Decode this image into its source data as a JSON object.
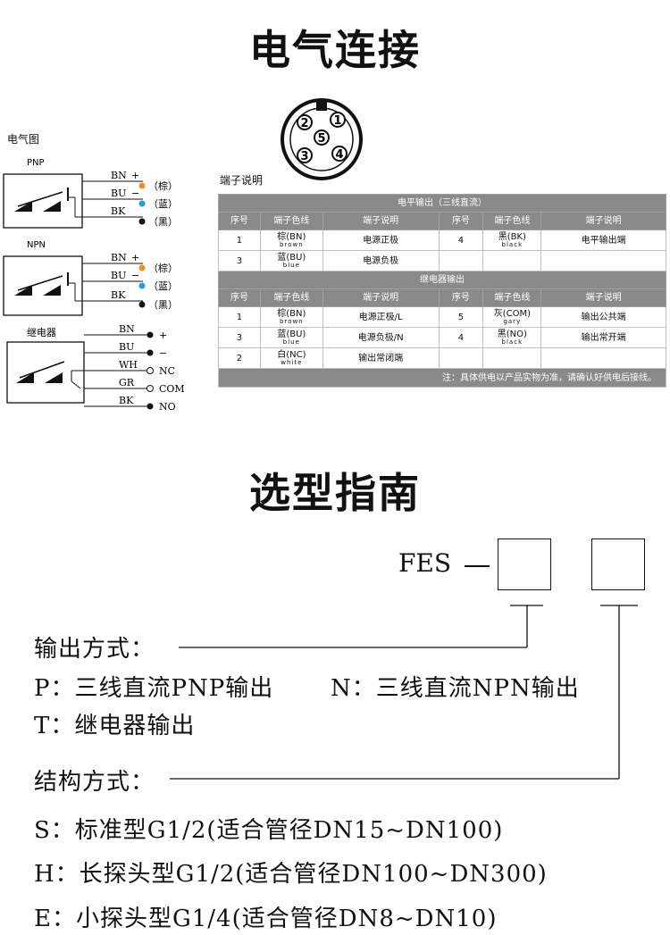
{
  "titles": {
    "electrical": "电气连接",
    "selection": "选型指南"
  },
  "diagram": {
    "label": "电气图",
    "pnp": {
      "name": "PNP",
      "wires": [
        "BN",
        "BU",
        "BK"
      ],
      "signs": [
        "+",
        "−"
      ],
      "tags": [
        "（棕）",
        "（蓝）",
        "（黑）"
      ]
    },
    "npn": {
      "name": "NPN",
      "wires": [
        "BN",
        "BU",
        "BK"
      ],
      "signs": [
        "+",
        "−"
      ],
      "tags": [
        "（棕）",
        "（蓝）",
        "（黑）"
      ]
    },
    "relay": {
      "name": "继电器",
      "wires": [
        "BN",
        "BU",
        "WH",
        "GR",
        "BK"
      ],
      "tags": [
        "+",
        "−",
        "NC",
        "COM",
        "NO"
      ]
    }
  },
  "connector": {
    "pins": [
      "1",
      "2",
      "3",
      "4",
      "5"
    ]
  },
  "terminal_label": "端子说明",
  "table1": {
    "title": "电平输出（三线直流）",
    "headers": [
      "序号",
      "端子色线",
      "端子说明",
      "序号",
      "端子色线",
      "端子说明"
    ],
    "rows": [
      {
        "n1": "1",
        "c1": "棕(BN)",
        "e1": "brown",
        "d1": "电源正极",
        "n2": "4",
        "c2": "黑(BK)",
        "e2": "black",
        "d2": "电平输出端"
      },
      {
        "n1": "3",
        "c1": "蓝(BU)",
        "e1": "blue",
        "d1": "电源负极",
        "n2": "",
        "c2": "",
        "e2": "",
        "d2": ""
      }
    ]
  },
  "table2": {
    "title": "继电器输出",
    "headers": [
      "序号",
      "端子色线",
      "端子说明",
      "序号",
      "端子色线",
      "端子说明"
    ],
    "rows": [
      {
        "n1": "1",
        "c1": "棕(BN)",
        "e1": "brown",
        "d1": "电源正极/L",
        "n2": "5",
        "c2": "灰(COM)",
        "e2": "gary",
        "d2": "输出公共端"
      },
      {
        "n1": "3",
        "c1": "蓝(BU)",
        "e1": "blue",
        "d1": "电源负极/N",
        "n2": "4",
        "c2": "黑(NO)",
        "e2": "black",
        "d2": "输出常开端"
      },
      {
        "n1": "2",
        "c1": "白(NC)",
        "e1": "white",
        "d1": "输出常闭端",
        "n2": "",
        "c2": "",
        "e2": "",
        "d2": ""
      }
    ],
    "note": "注：具体供电以产品实物为准，请确认好供电后接线。"
  },
  "model": {
    "prefix": "FES",
    "dash": "一"
  },
  "output_mode": {
    "label": "输出方式：",
    "p": "P：三线直流PNP输出",
    "n": "N：三线直流NPN输出",
    "t": "T：继电器输出"
  },
  "structure": {
    "label": "结构方式：",
    "s": "S：标准型G1/2(适合管径DN15~DN100)",
    "h": "H：长探头型G1/2(适合管径DN100~DN300)",
    "e": "E：小探头型G1/4(适合管径DN8~DN10)"
  },
  "colors": {
    "brown": "#e8902a",
    "blue": "#2a9ad8",
    "black": "#111111",
    "table_header": "#8a8a8a"
  }
}
